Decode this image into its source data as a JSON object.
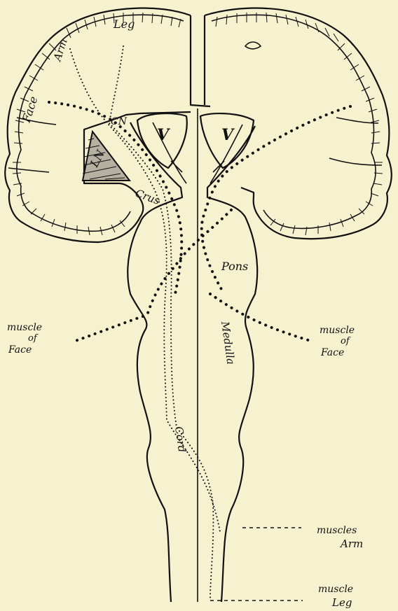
{
  "labels": {
    "leg_top": "Leg",
    "arm_top": "Arm",
    "face_left": "Face",
    "cn": "CN",
    "ln": "LN",
    "crus": "Crus",
    "ventricle_left": "V",
    "ventricle_right": "V",
    "pons": "Pons",
    "medulla": "Medulla",
    "cord": "Cord",
    "muscle_face_left_line1": "muscle",
    "muscle_face_left_line2": "of",
    "muscle_face_left_line3": "Face",
    "muscle_face_right_line1": "muscle",
    "muscle_face_right_line2": "of",
    "muscle_face_right_line3": "Face",
    "muscles_arm_line1": "muscles",
    "muscles_arm_line2": "Arm",
    "muscle_leg_line1": "muscle",
    "muscle_leg_line2": "Leg"
  }
}
